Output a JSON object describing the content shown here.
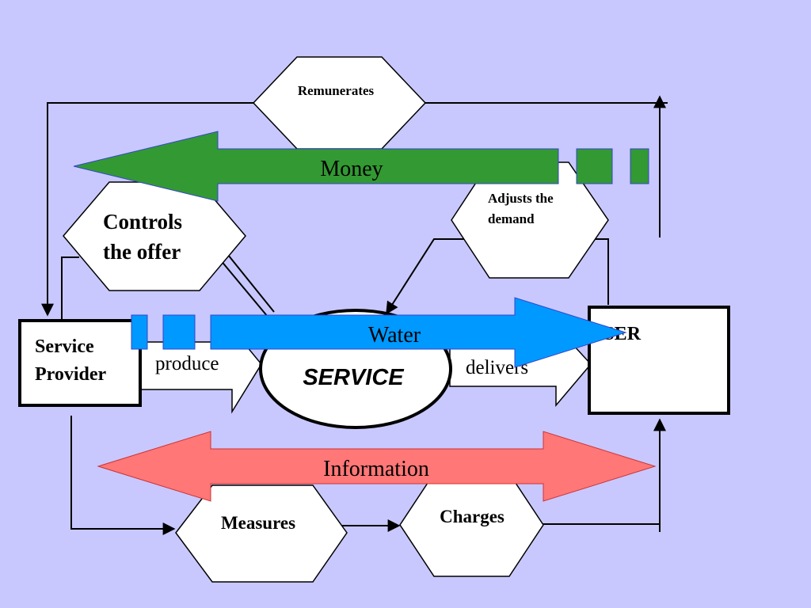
{
  "labels": {
    "remunerates": "Remunerates",
    "controls_line1": "Controls",
    "controls_line2": "the offer",
    "adjusts_line1": "Adjusts the",
    "adjusts_line2": "demand",
    "service_provider_line1": "Service",
    "service_provider_line2": "Provider",
    "user": "USER",
    "service": "SERVICE",
    "produce": "produce",
    "delivers": "delivers",
    "measures": "Measures",
    "charges": "Charges"
  },
  "flows": {
    "money": "Money",
    "water": "Water",
    "information": "Information"
  },
  "colors": {
    "background": "#c8c8ff",
    "money": "#339933",
    "water": "#0099ff",
    "information": "#ff7777"
  }
}
